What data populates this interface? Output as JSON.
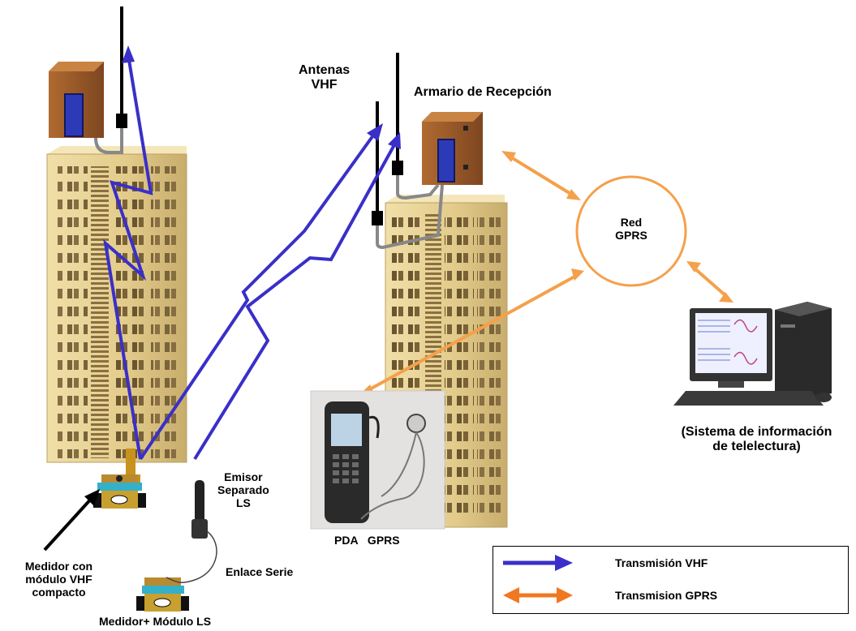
{
  "labels": {
    "antenas_line1": "Antenas",
    "antenas_line2": "VHF",
    "armario": "Armario de Recepción",
    "red_line1": "Red",
    "red_line2": "GPRS",
    "sistema_line1": "(Sistema de información",
    "sistema_line2": "de telelectura)",
    "emisor_line1": "Emisor",
    "emisor_line2": "Separado",
    "emisor_line3": "LS",
    "enlace": "Enlace Serie",
    "medidor_vhf_line1": "Medidor con",
    "medidor_vhf_line2": "módulo VHF",
    "medidor_vhf_line3": "compacto",
    "medidor_ls": "Medidor+ Módulo LS",
    "pda": "PDA GPRS"
  },
  "legend": {
    "vhf_label": "Transmisión VHF",
    "gprs_label": "Transmision GPRS"
  },
  "colors": {
    "vhf": "#3a2fc8",
    "gprs": "#f5a04a",
    "gprs_legend": "#f07820",
    "building": "#e8d49a",
    "cabinet": "#9a5a2a"
  }
}
